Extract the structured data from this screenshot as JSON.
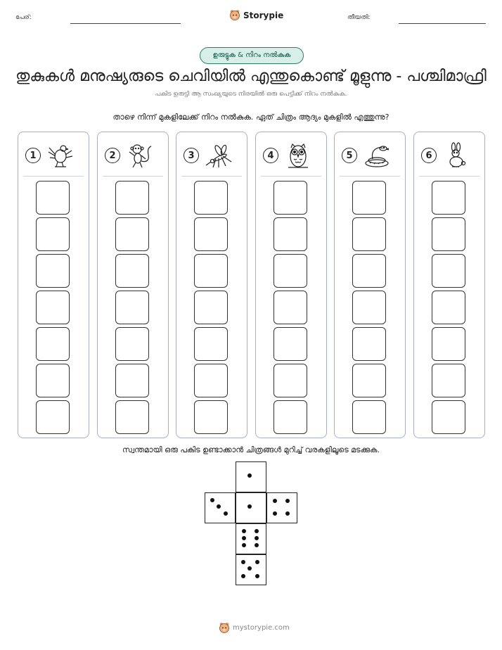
{
  "header": {
    "name_label": "പേര്:",
    "brand_name": "Storypie",
    "date_label": "തീയതി:"
  },
  "badge": "ഉരുട്ടുക & നിറം നൽകുക",
  "title": "തുകുകൾ മനുഷ്യരുടെ ചെവിയിൽ എന്തുകൊണ്ട് മൂളുന്നു - പശ്ചിമാഫ്രി",
  "subtitle": "പകിട ഉരുട്ടി ആ സംഖ്യയുടെ നിരയിൽ ഒരു പെട്ടിക്ക് നിറം നൽകുക.",
  "instruction": "താഴെ നിന്ന് മുകളിലേക്ക് നിറം നൽകുക. ഏത് ചിത്രം ആദ്യം മുകളിൽ എത്തുന്നു?",
  "columns": [
    {
      "number": "1",
      "icon": "bird-icon"
    },
    {
      "number": "2",
      "icon": "monkey-icon"
    },
    {
      "number": "3",
      "icon": "mosquito-icon"
    },
    {
      "number": "4",
      "icon": "owl-icon"
    },
    {
      "number": "5",
      "icon": "snake-icon"
    },
    {
      "number": "6",
      "icon": "rabbit-icon"
    }
  ],
  "cube_instruction": "സ്വന്തമായി ഒരു പകിട ഉണ്ടാക്കാൻ ചിത്രങ്ങൾ മുറിച്ച് വരകളിലൂടെ മടക്കുക.",
  "die_faces": [
    1,
    3,
    1,
    4,
    6,
    5
  ],
  "footer": "mystorypie.com",
  "colors": {
    "badge_bg": "#d8efe9",
    "badge_border": "#2e7d6b",
    "column_border": "#a9aec5"
  }
}
